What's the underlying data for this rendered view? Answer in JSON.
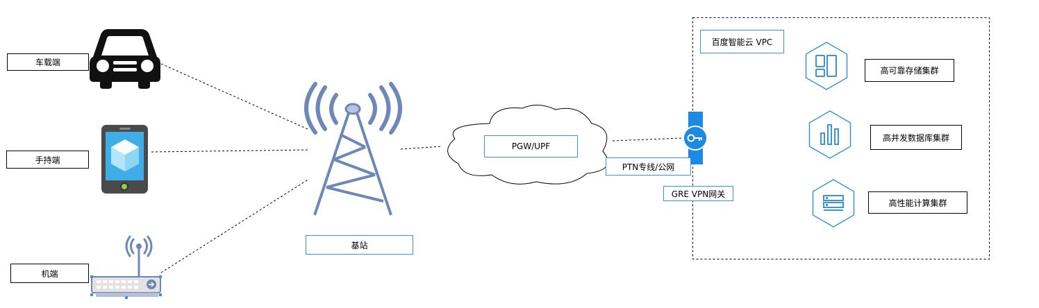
{
  "devices": {
    "car": "车载端",
    "handheld": "手持端",
    "machine": "机端"
  },
  "base_station": "基站",
  "core": "PGW/UPF",
  "link": "PTN专线/公网",
  "gateway": "GRE VPN网关",
  "vpc": {
    "title": "百度智能云 VPC",
    "clusters": [
      "高可靠存储集群",
      "高并发数据库集群",
      "高性能计算集群"
    ]
  },
  "colors": {
    "accent": "#1e88e5",
    "hexagon": "#3c94d3",
    "tower": "#6d87b8",
    "icon_dark": "#111111"
  }
}
